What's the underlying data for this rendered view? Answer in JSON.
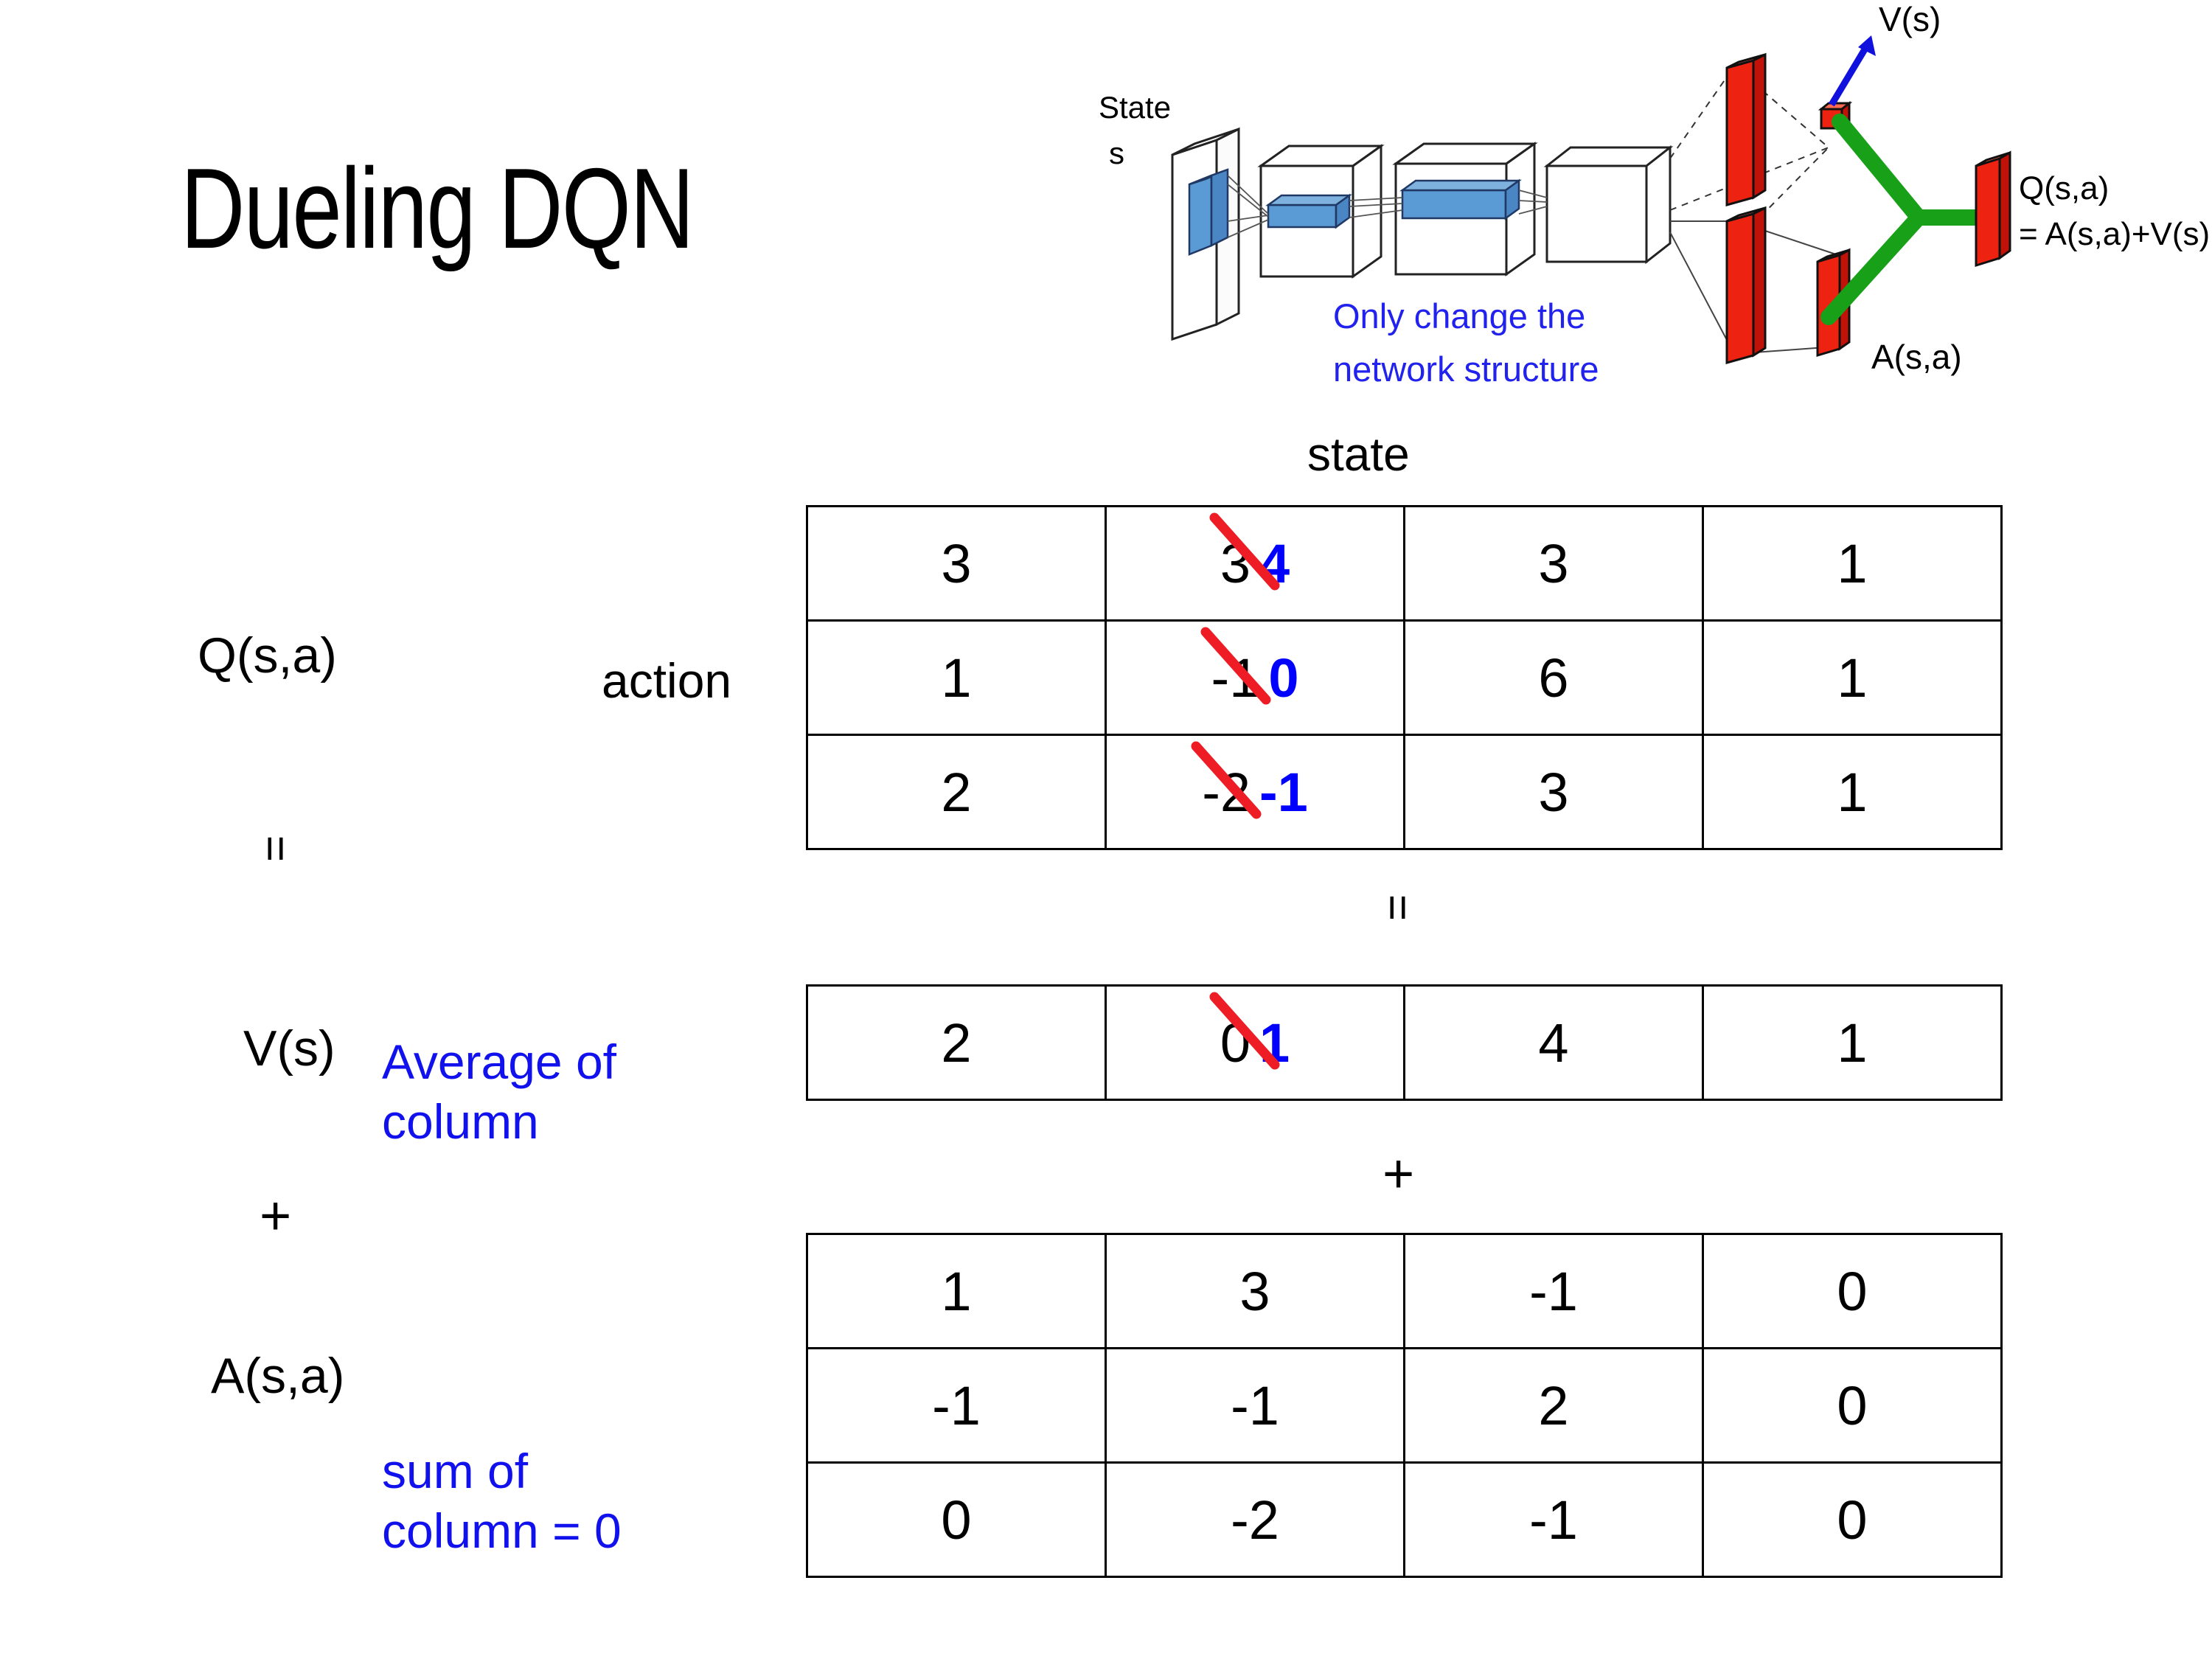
{
  "slide": {
    "title": "Dueling DQN"
  },
  "network_diagram": {
    "input_label_line1": "State",
    "input_label_line2": "s",
    "annotation_line1": "Only change the",
    "annotation_line2": "network structure",
    "value_stream_label": "V(s)",
    "advantage_stream_label": "A(s,a)",
    "output_label_line1": "Q(s,a)",
    "output_label_line2": "= A(s,a)+V(s)",
    "colors": {
      "annotation_blue": "#2222EE",
      "arrow_blue": "#1111DD",
      "merge_green": "#18A018",
      "layer_red": "#EE2211",
      "layer_blue": "#5B9BD5"
    }
  },
  "axis_labels": {
    "state": "state",
    "action": "action"
  },
  "row_labels": {
    "q": "Q(s,a)",
    "v": "V(s)",
    "a": "A(s,a)",
    "equals": "=",
    "plus": "+"
  },
  "annotations": {
    "average_of_column": "Average of\ncolumn",
    "sum_of_column": "sum of\ncolumn = 0",
    "color": "#1111EE"
  },
  "operators": {
    "between_q_and_v": "=",
    "between_v_and_a": "+"
  },
  "chart_data": {
    "type": "table",
    "title": "Dueling DQN value decomposition  Q(s,a) = V(s) + A(s,a)",
    "xlabel": "state",
    "ylabel": "action",
    "edit_colors": {
      "strikeout": "#EE1C24",
      "new_value": "#0000FF"
    },
    "matrices": [
      {
        "name": "Q(s,a)",
        "rows": 3,
        "cols": 4,
        "values": [
          [
            "3",
            "3",
            "3",
            "1"
          ],
          [
            "1",
            "-1",
            "6",
            "1"
          ],
          [
            "2",
            "-2",
            "3",
            "1"
          ]
        ],
        "edited_column": 1,
        "edited_values": [
          "4",
          "0",
          "-1"
        ]
      },
      {
        "name": "V(s)",
        "rows": 1,
        "cols": 4,
        "values": [
          [
            "2",
            "0",
            "4",
            "1"
          ]
        ],
        "edited_column": 1,
        "edited_values": [
          "1"
        ]
      },
      {
        "name": "A(s,a)",
        "rows": 3,
        "cols": 4,
        "values": [
          [
            "1",
            "3",
            "-1",
            "0"
          ],
          [
            "-1",
            "-1",
            "2",
            "0"
          ],
          [
            "0",
            "-2",
            "-1",
            "0"
          ]
        ],
        "edited_column": null,
        "edited_values": []
      }
    ]
  }
}
